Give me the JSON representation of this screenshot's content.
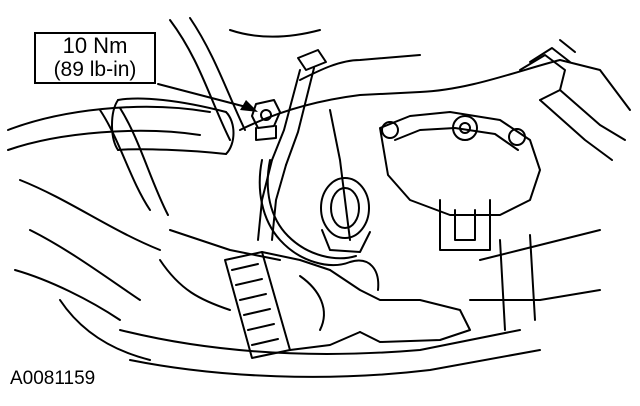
{
  "callout": {
    "torque_nm": "10 Nm",
    "torque_lbin": "(89 lb-in)"
  },
  "figure_id": "A0081159",
  "colors": {
    "line": "#000000",
    "background": "#ffffff"
  }
}
